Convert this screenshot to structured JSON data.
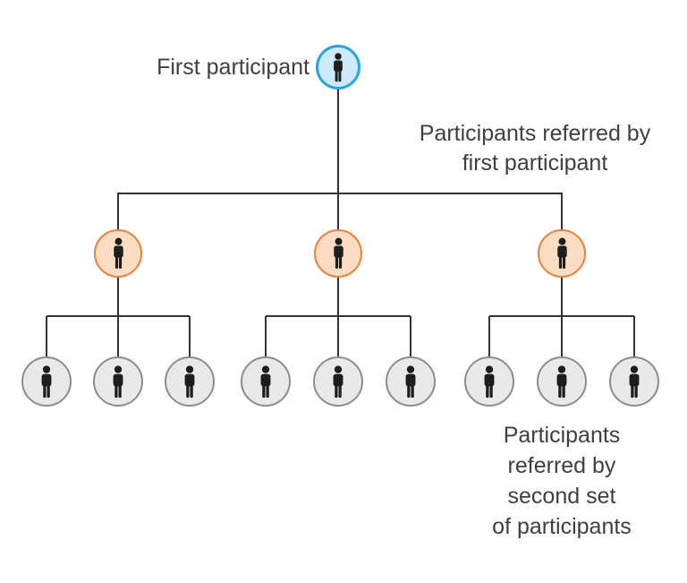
{
  "labels": {
    "first": "First participant",
    "second_line1": "Participants referred by",
    "second_line2": "first participant",
    "third_line1": "Participants",
    "third_line2": "referred by",
    "third_line3": "second set",
    "third_line4": "of participants"
  },
  "levels": [
    {
      "id": "first-participant",
      "count": 1,
      "fill": "#cdeaf8",
      "border": "#2da3db"
    },
    {
      "id": "referred-by-first",
      "count": 3,
      "fill": "#fbddc3",
      "border": "#e8823d"
    },
    {
      "id": "referred-by-second",
      "count": 9,
      "fill": "#e9e9e9",
      "border": "#8d8d8d"
    }
  ],
  "icon": {
    "name": "person-icon",
    "color": "#1d1d1b"
  },
  "colors": {
    "line": "#333333",
    "text": "#3f3f3f",
    "background": "#ffffff"
  }
}
